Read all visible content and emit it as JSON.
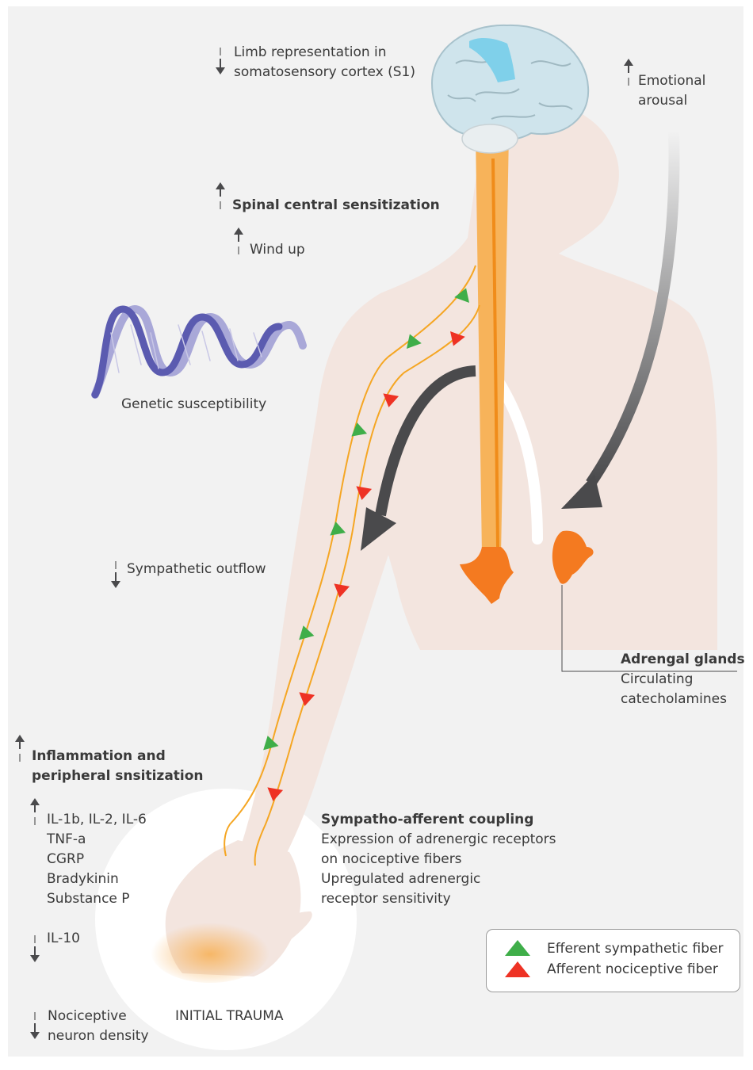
{
  "labels": {
    "limb_representation": [
      "Limb representation in",
      "somatosensory cortex (S1)"
    ],
    "emotional_arousal": [
      "Emotional",
      "arousal"
    ],
    "spinal_sensitization": "Spinal central sensitization",
    "wind_up": "Wind up",
    "genetic": "Genetic susceptibility",
    "sympathetic_outflow": "Sympathetic outflow",
    "adrenal_title": "Adrengal glands",
    "adrenal_body": [
      "Circulating",
      "catecholamines"
    ],
    "inflammation_title": [
      "Inflammation and",
      "peripheral snsitization"
    ],
    "cytokines_up": [
      "IL-1b, IL-2, IL-6",
      "TNF-a",
      "CGRP",
      "Bradykinin",
      "Substance P"
    ],
    "cytokine_down": "IL-10",
    "neuron_density": [
      "Nociceptive",
      "neuron density"
    ],
    "initial_trauma": "INITIAL TRAUMA",
    "coupling_title": "Sympatho-afferent coupling",
    "coupling_body": [
      "Expression of adrenergic receptors",
      "on nociceptive fibers",
      "Upregulated adrenergic",
      "receptor sensitivity"
    ]
  },
  "legend": {
    "efferent": "Efferent sympathetic fiber",
    "afferent": "Afferent nociceptive fiber"
  },
  "colors": {
    "efferent": "#3fae49",
    "afferent": "#ee3224",
    "nerve": "#f5a623",
    "gland": "#f47a20",
    "dna_dark": "#5b5bb0",
    "dna_light": "#a9a8d8",
    "cortex": "#7fd0ea",
    "brain": "#cfe4ec"
  }
}
